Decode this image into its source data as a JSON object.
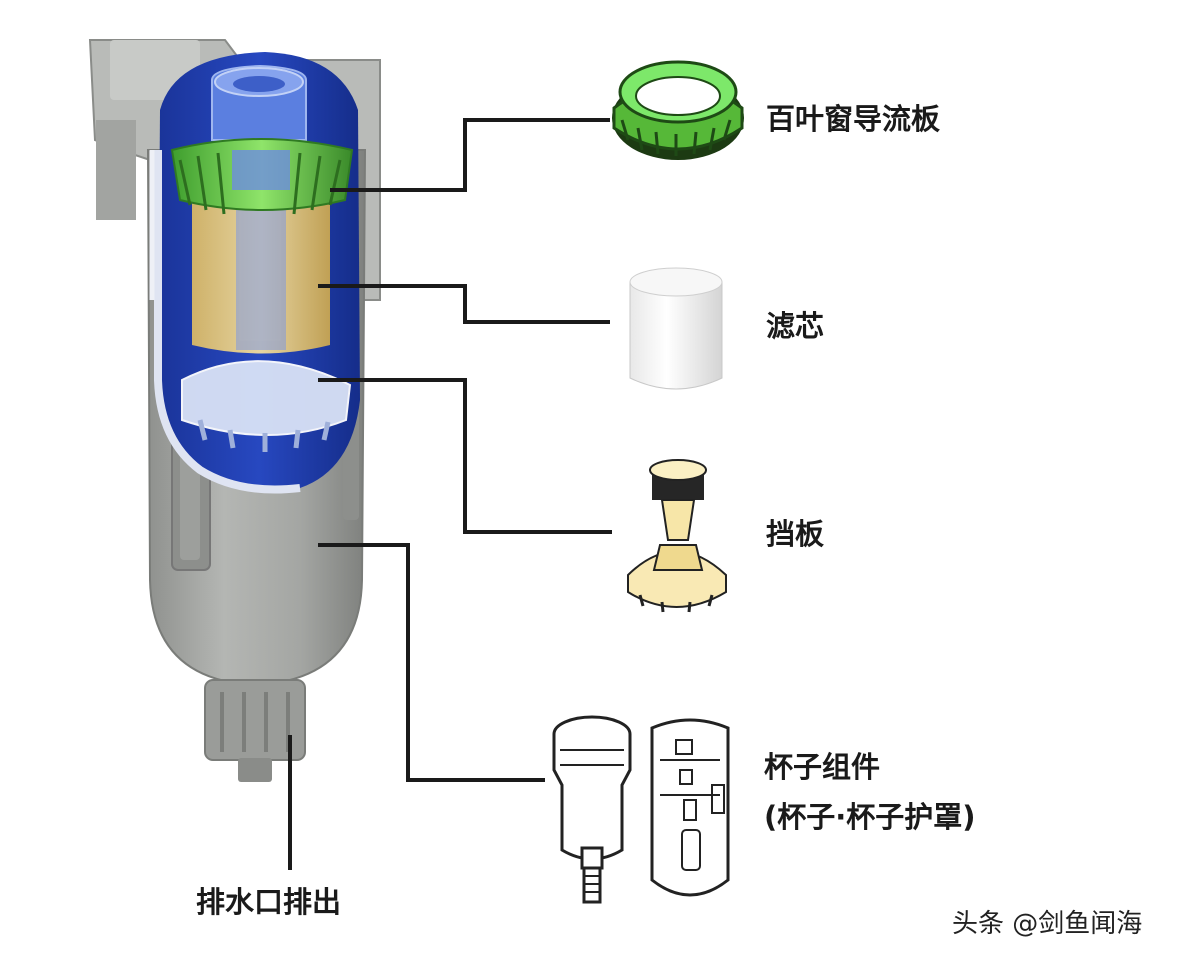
{
  "labels": {
    "louver": "百叶窗导流板",
    "filter": "滤芯",
    "baffle": "挡板",
    "cup_line1": "杯子组件",
    "cup_line2": "(杯子·杯子护罩)",
    "drain": "排水口排出"
  },
  "watermark": "头条 @剑鱼闻海",
  "colors": {
    "bowl_blue": "#1f3fae",
    "housing_gray": "#a7a9a6",
    "louver_green": "#7ddc5c",
    "filter_yellow": "#e9cf8a",
    "leader_line": "#1a1a1a"
  }
}
